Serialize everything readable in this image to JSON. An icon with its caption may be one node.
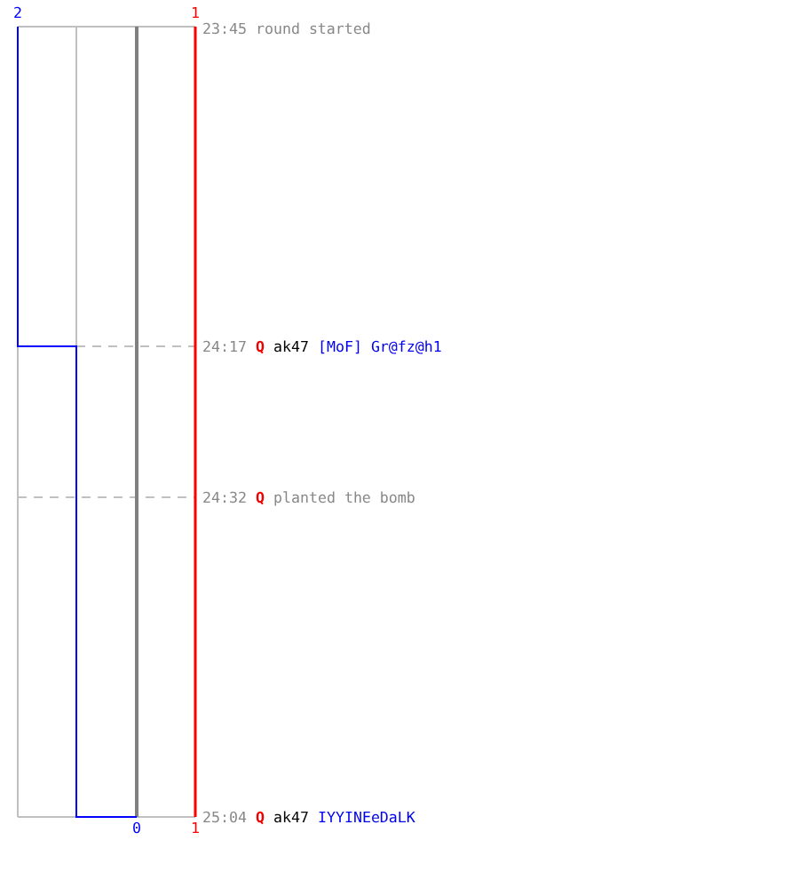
{
  "diagram": {
    "labels": [
      "2",
      "1",
      "23:45 round started",
      "24:17",
      "Q",
      "ak47",
      "[MoF] Gr@fz@h1",
      "24:32",
      "Q",
      "planted the bomb",
      "25:04",
      "Q",
      "ak47",
      "IYYINEeDaLK",
      "0",
      "1"
    ]
  }
}
